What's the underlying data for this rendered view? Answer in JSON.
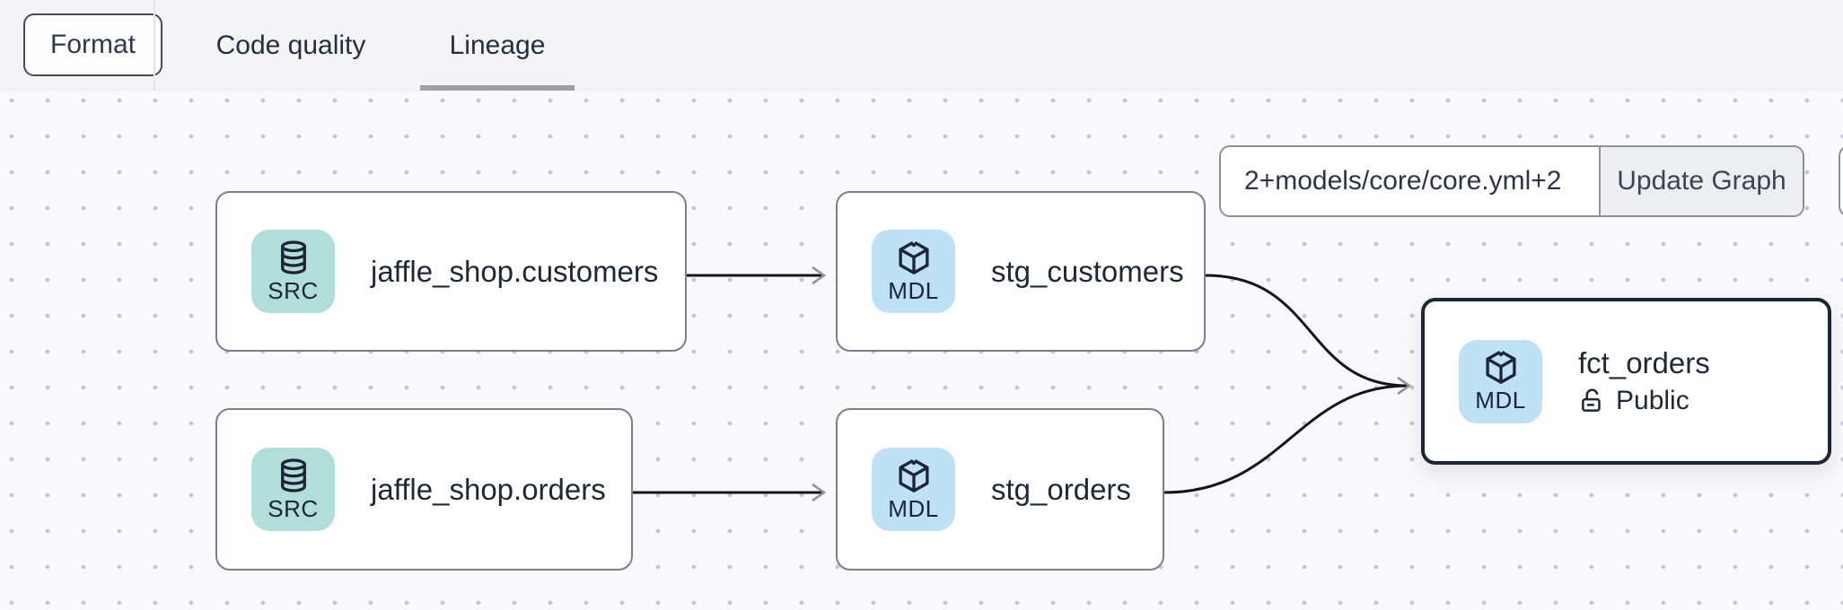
{
  "toolbar": {
    "format_label": "Format",
    "tabs": [
      {
        "label": "Code quality",
        "active": false
      },
      {
        "label": "Lineage",
        "active": true
      }
    ]
  },
  "lineage": {
    "selector": {
      "value": "2+models/core/core.yml+2",
      "update_button_label": "Update Graph"
    },
    "nodes": [
      {
        "id": "jaffle_shop.customers",
        "label": "jaffle_shop.customers",
        "type": "SRC",
        "icon": "database-icon"
      },
      {
        "id": "stg_customers",
        "label": "stg_customers",
        "type": "MDL",
        "icon": "cube-icon"
      },
      {
        "id": "jaffle_shop.orders",
        "label": "jaffle_shop.orders",
        "type": "SRC",
        "icon": "database-icon"
      },
      {
        "id": "stg_orders",
        "label": "stg_orders",
        "type": "MDL",
        "icon": "cube-icon"
      },
      {
        "id": "fct_orders",
        "label": "fct_orders",
        "type": "MDL",
        "icon": "cube-icon",
        "access": "Public",
        "selected": true
      }
    ],
    "edges": [
      {
        "from": "jaffle_shop.customers",
        "to": "stg_customers"
      },
      {
        "from": "jaffle_shop.orders",
        "to": "stg_orders"
      },
      {
        "from": "stg_customers",
        "to": "fct_orders"
      },
      {
        "from": "stg_orders",
        "to": "fct_orders"
      }
    ],
    "colors": {
      "source_badge": "#b2ded9",
      "model_badge": "#bfe1f6",
      "selected_node_border": "#1c2634",
      "node_border": "#76808f",
      "edge": "#10151d",
      "arrowhead": "#8f96a2",
      "tab_underline": "#9ba1ac"
    }
  }
}
